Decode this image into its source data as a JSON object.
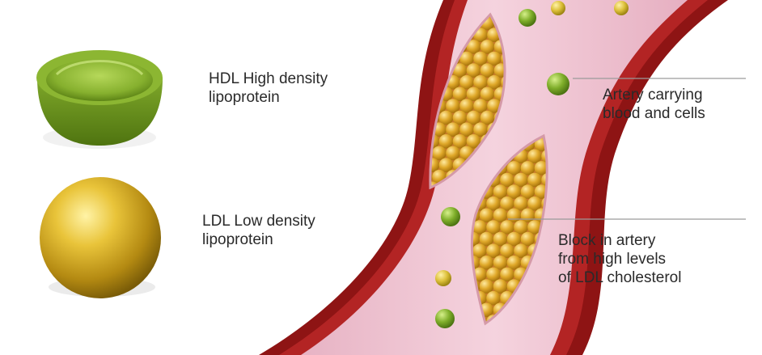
{
  "labels": {
    "hdl": {
      "line1": "HDL High density",
      "line2": "lipoprotein"
    },
    "ldl": {
      "line1": "LDL  Low density",
      "line2": "lipoprotein"
    },
    "artery": {
      "line1": "Artery carrying",
      "line2": "blood and cells"
    },
    "block": {
      "line1": "Block in artery",
      "line2": "from high levels",
      "line3": "of LDL cholesterol"
    }
  },
  "icons": {
    "hdl": "hdl-half-shell-icon",
    "ldl": "ldl-sphere-icon"
  },
  "colors": {
    "artery_wall": "#8e1414",
    "artery_wall_highlight": "#c23a3a",
    "blood_lumen": "#f2c9d6",
    "ldl_particle": "#e7b52f",
    "hdl_particle": "#7fae2a",
    "leader_line": "#9a9a9a",
    "label_text": "#2a2a2a"
  }
}
